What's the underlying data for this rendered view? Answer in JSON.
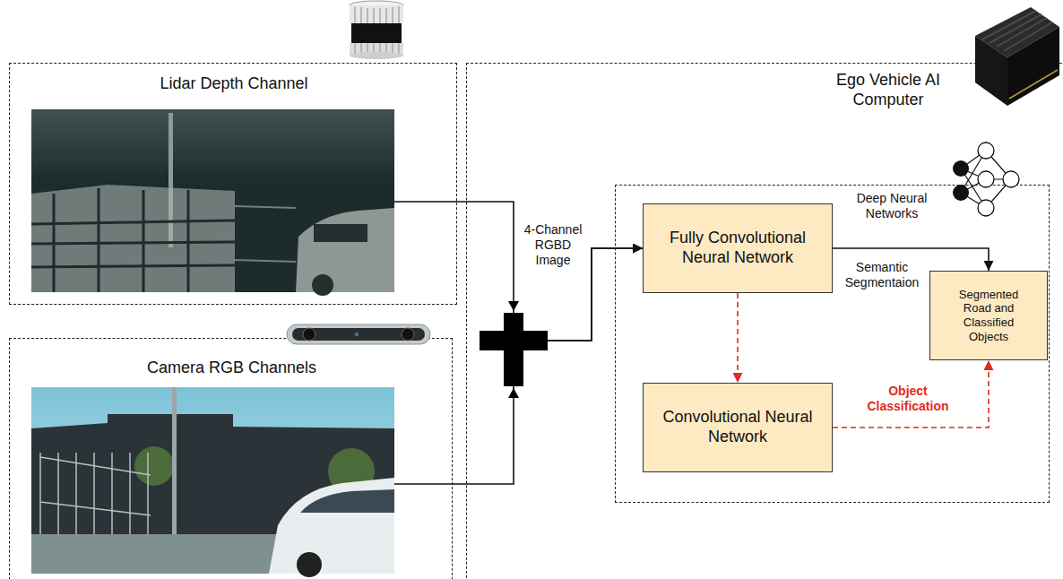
{
  "diagram": {
    "nodes": [
      {
        "text": [
          "Lidar Depth Channel"
        ]
      },
      {
        "text": [
          "Camera RGB Channels"
        ]
      },
      {
        "text": [
          "Ego Vehicle AI Computer"
        ]
      },
      {
        "text": [
          "Deep Neural Networks"
        ],
        "in": 2
      },
      {
        "text": [
          "Fully Convolutional Neural Network"
        ],
        "in": 3
      },
      {
        "text": [
          "Convolutional Neural Network"
        ],
        "in": 3
      },
      {
        "text": [
          "Segmented Road and Classified Objects"
        ],
        "in": 3
      }
    ],
    "edges": [
      {
        "from": 0,
        "to": 4,
        "arrow": "to"
      },
      {
        "from": 1,
        "to": 4,
        "arrow": "to"
      },
      {
        "from": 4,
        "to": 6,
        "label": "Semantic Segmentaion",
        "arrow": "to"
      },
      {
        "from": 4,
        "to": 5,
        "arrow": "to"
      },
      {
        "from": 5,
        "to": 6,
        "label": "Object Classification",
        "arrow": "to"
      }
    ],
    "labels": [
      "4-Channel RGBD Image"
    ]
  }
}
